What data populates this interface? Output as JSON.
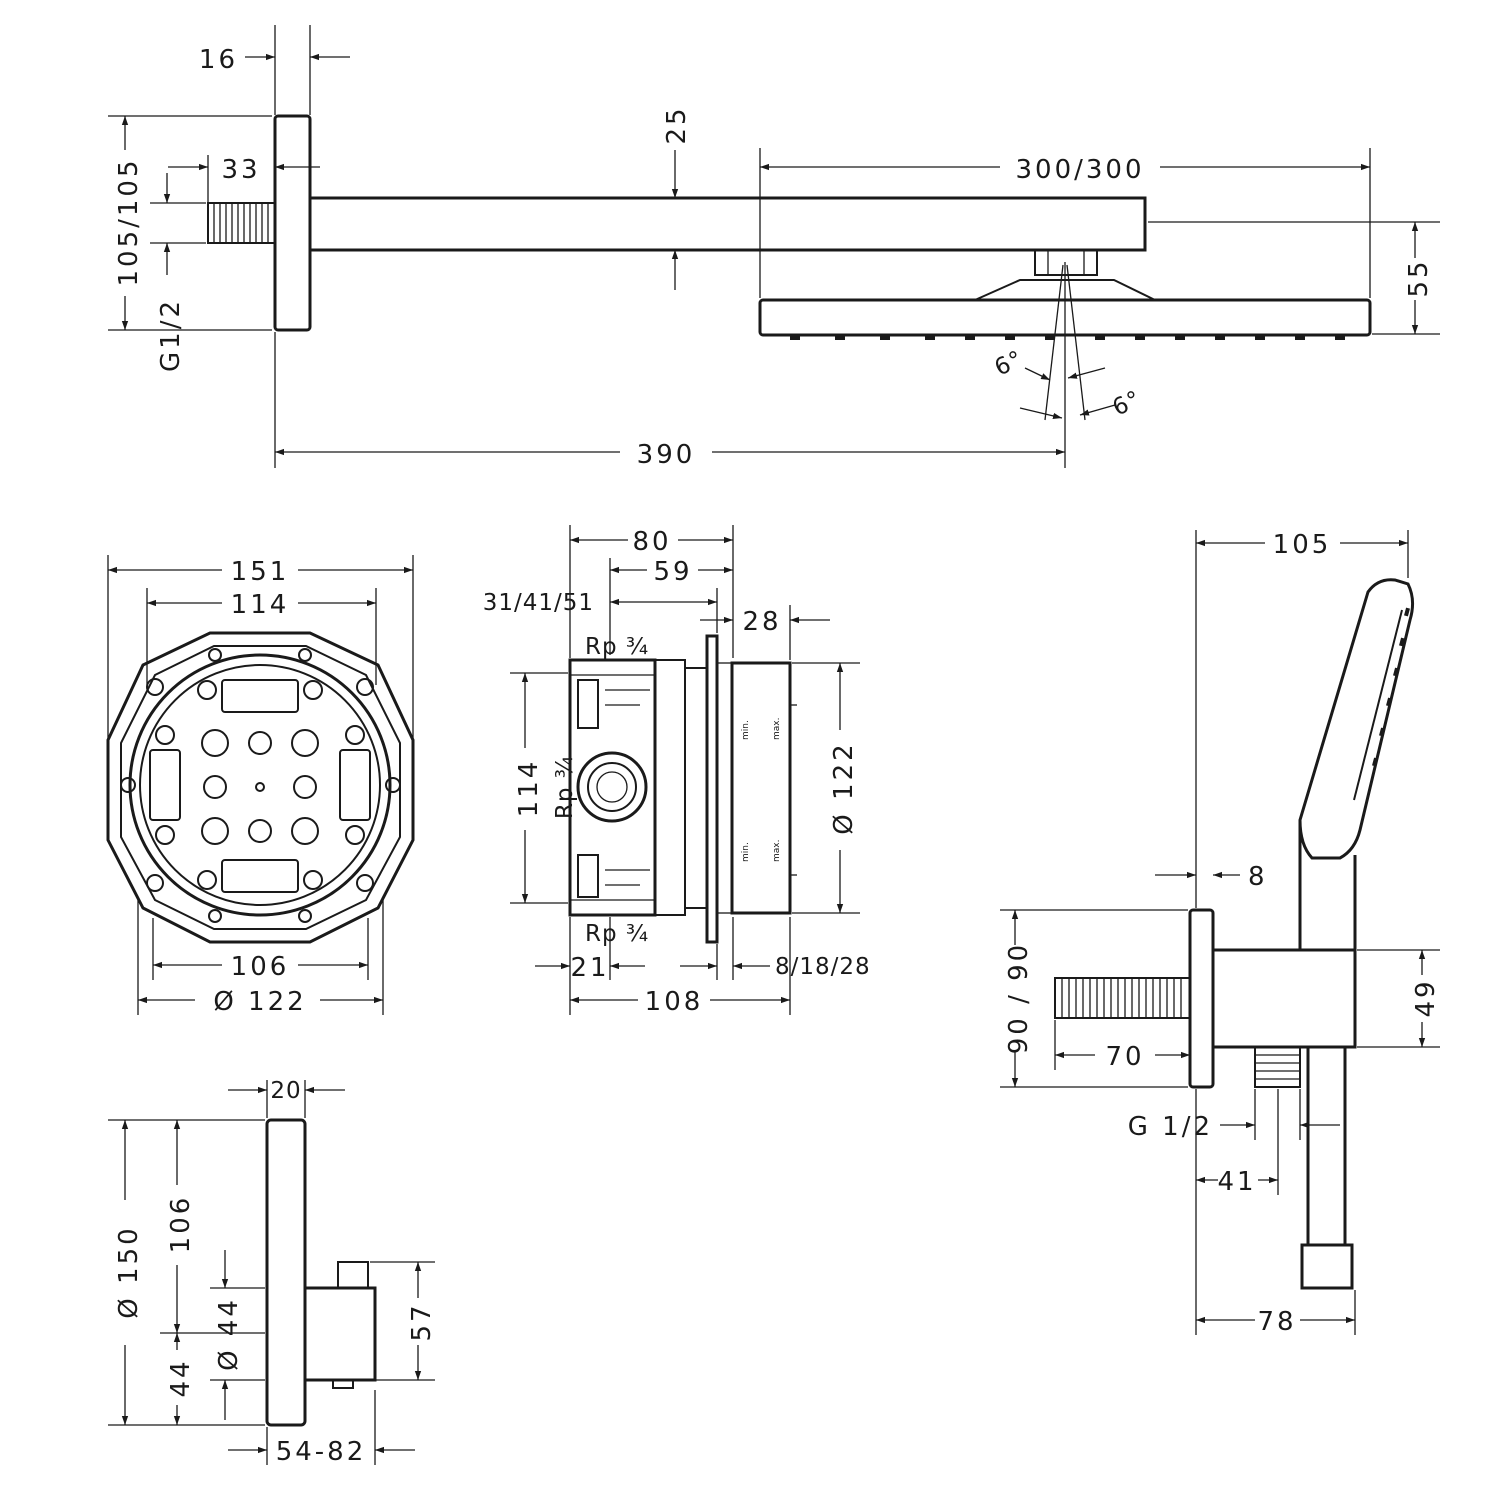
{
  "colors": {
    "line": "#1a1a1a",
    "background": "#ffffff"
  },
  "overhead_shower": {
    "flange_thickness": "16",
    "thread_length": "33",
    "arm_height": "25",
    "head_size": "300/300",
    "wall_height": "105/105",
    "connection": "G1/2",
    "head_height": "55",
    "tilt_left": "6°",
    "tilt_right": "6°",
    "projection": "390"
  },
  "installation_box_front": {
    "outer_width": "151",
    "hole_spacing": "114",
    "inner_width": "106",
    "diameter": "Ø 122"
  },
  "installation_box_side": {
    "depth_total": "80",
    "depth_inner": "59",
    "depth_options": "31/41/51",
    "cover_depth": "28",
    "port_top": "Rp ¾",
    "port_middle": "Rp ¾",
    "port_bottom": "Rp ¾",
    "height": "114",
    "diameter": "Ø 122",
    "offset_front": "21",
    "extension": "8/18/28",
    "depth_bottom": "108",
    "label_min_top": "min.",
    "label_max_top": "max.",
    "label_min_bottom": "min.",
    "label_max_bottom": "max."
  },
  "thermostat": {
    "plate_thickness": "20",
    "plate_diameter": "Ø 150",
    "centre_height": "106",
    "knob_diameter": "Ø 44",
    "knob_offset": "44",
    "knob_height": "57",
    "projection": "54-82"
  },
  "hand_shower": {
    "head_width": "105",
    "flange_thickness": "8",
    "wall_height": "90 / 90",
    "outlet_height": "49",
    "thread_length": "70",
    "connection": "G 1/2",
    "outlet_offset": "41",
    "holder_projection": "78"
  }
}
